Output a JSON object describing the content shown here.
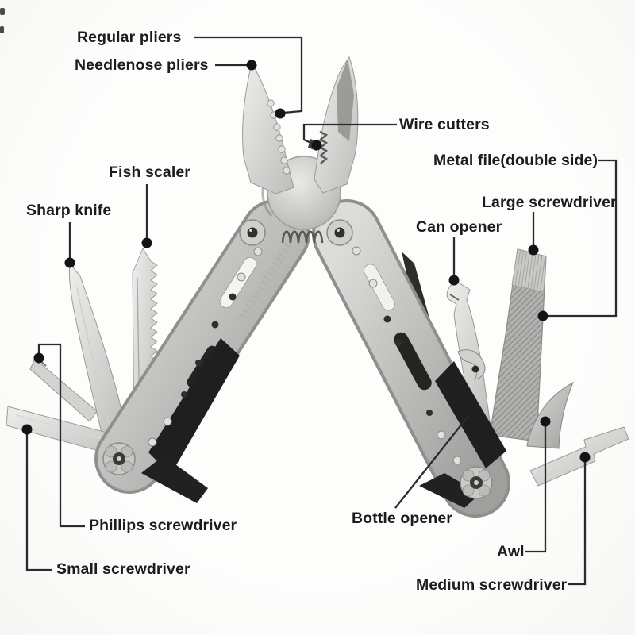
{
  "figure": {
    "type": "annotated-product-diagram",
    "subject": "stainless steel multi-tool pliers with fold-out tools",
    "labels": [
      {
        "id": "regular-pliers",
        "text": "Regular pliers"
      },
      {
        "id": "needlenose-pliers",
        "text": "Needlenose pliers"
      },
      {
        "id": "wire-cutters",
        "text": "Wire cutters"
      },
      {
        "id": "metal-file",
        "text": "Metal file(double side)"
      },
      {
        "id": "large-screwdriver",
        "text": "Large screwdriver"
      },
      {
        "id": "can-opener",
        "text": "Can opener"
      },
      {
        "id": "fish-scaler",
        "text": "Fish scaler"
      },
      {
        "id": "sharp-knife",
        "text": "Sharp knife"
      },
      {
        "id": "phillips-screwdriver",
        "text": "Phillips screwdriver"
      },
      {
        "id": "small-screwdriver",
        "text": "Small screwdriver"
      },
      {
        "id": "bottle-opener",
        "text": "Bottle opener"
      },
      {
        "id": "awl",
        "text": "Awl"
      },
      {
        "id": "medium-screwdriver",
        "text": "Medium screwdriver"
      }
    ],
    "colors": {
      "label_text": "#1c1c1c",
      "leader_line": "#2b2b2b",
      "marker_dot": "#141414",
      "metal_light": "#e8e8e6",
      "metal_mid": "#bcbcba",
      "metal_dark": "#8f8f8d",
      "inlay_black": "#1f1f1f",
      "background": "#fdfdfc"
    }
  }
}
